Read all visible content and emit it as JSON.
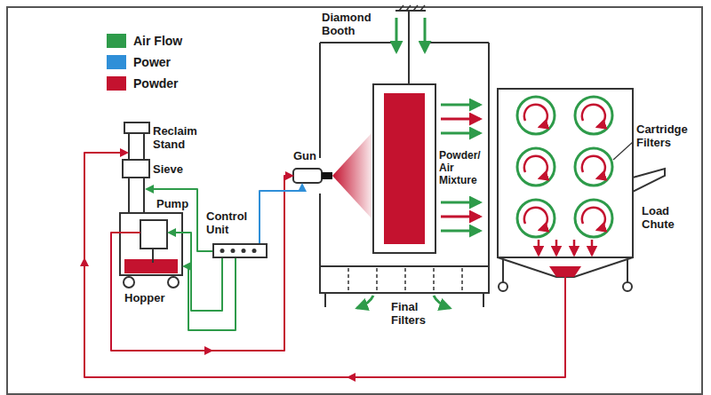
{
  "diagram": {
    "labels": [
      "Diamond Booth",
      "Reclaim Stand",
      "Sieve",
      "Pump",
      "Hopper",
      "Control Unit",
      "Gun",
      "Powder/ Air Mixture",
      "Cartridge Filters",
      "Load Chute",
      "Final Filters"
    ],
    "legend": [
      {
        "text": "Air Flow",
        "color": "#2e9b4a"
      },
      {
        "text": "Power",
        "color": "#2f8fd8"
      },
      {
        "text": "Powder",
        "color": "#c4122f"
      }
    ]
  }
}
